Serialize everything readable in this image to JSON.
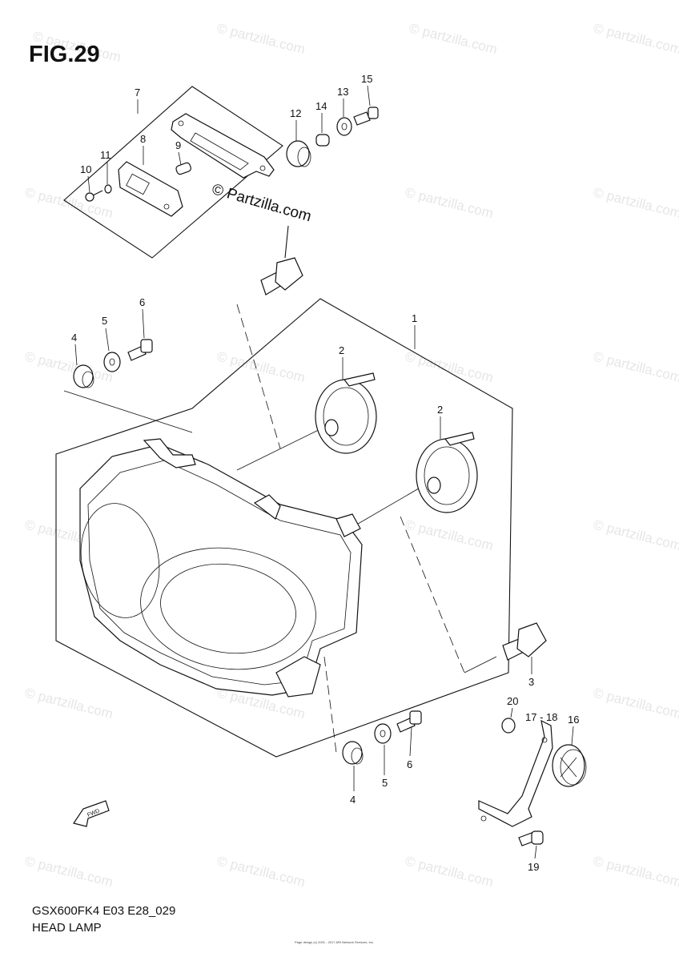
{
  "figure": {
    "title": "FIG.29",
    "model_code": "GSX600FK4 E03 E28_029",
    "section_name": "HEAD LAMP",
    "copyright_overlay": "© Partzilla.com",
    "watermark_text": "© partzilla.com",
    "fine_print": "Page design (c) 2001 - 2017 ARI Network Services, Inc.",
    "fwd_label": "FWD"
  },
  "callouts": {
    "c1": "1",
    "c2a": "2",
    "c2b": "2",
    "c3": "3",
    "c4a": "4",
    "c4b": "4",
    "c5a": "5",
    "c5b": "5",
    "c6a": "6",
    "c6b": "6",
    "c7": "7",
    "c8": "8",
    "c9": "9",
    "c10": "10",
    "c11": "11",
    "c12": "12",
    "c13": "13",
    "c14": "14",
    "c15": "15",
    "c16": "16",
    "c17_18": "17 - 18",
    "c19": "19",
    "c20": "20"
  },
  "colors": {
    "line": "#111111",
    "watermark": "#e6e6e6",
    "background": "#ffffff"
  }
}
